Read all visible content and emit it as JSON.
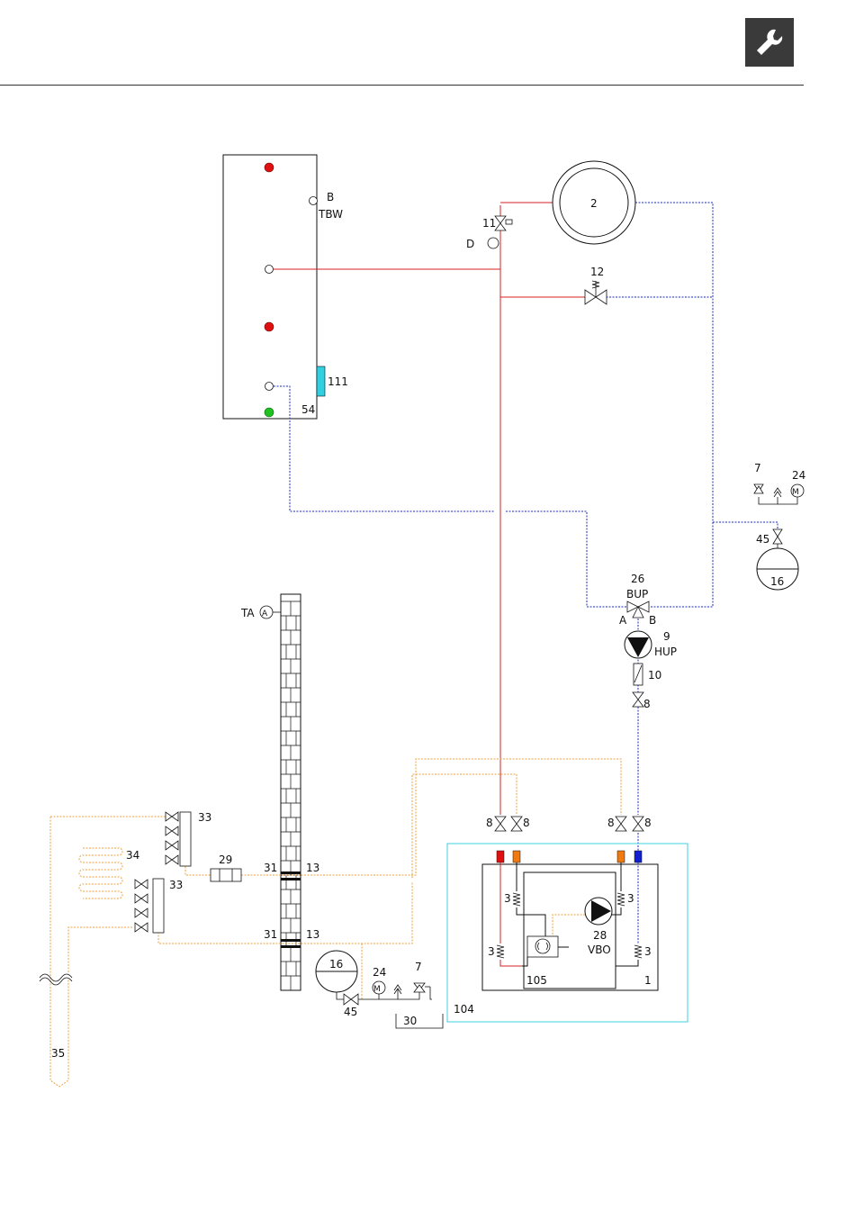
{
  "labels": {
    "l111": "111",
    "l54": "54",
    "lB": "B",
    "lTBW": "TBW",
    "l2": "2",
    "l11": "11",
    "lD": "D",
    "l12": "12",
    "l7a": "7",
    "l24a": "24",
    "l45a": "45",
    "l16a": "16",
    "l26": "26",
    "lBUP": "BUP",
    "lA": "A",
    "lBv": "B",
    "l9": "9",
    "lHUP": "HUP",
    "l10": "10",
    "l8a": "8",
    "lTA": "TA",
    "l8b": "8",
    "l8c": "8",
    "l8d": "8",
    "l8e": "8",
    "l3a": "3",
    "l3b": "3",
    "l3c": "3",
    "l3d": "3",
    "l28": "28",
    "lVBO": "VBO",
    "l105": "105",
    "l1": "1",
    "l104": "104",
    "l33a": "33",
    "l33b": "33",
    "l34": "34",
    "l29": "29",
    "l31a": "31",
    "l31b": "31",
    "l13a": "13",
    "l13b": "13",
    "l16b": "16",
    "l24b": "24",
    "l7b": "7",
    "l45b": "45",
    "l30": "30",
    "l35": "35"
  },
  "symbols": {
    "ta_sensor": "A",
    "manometer": "M"
  },
  "icons": {
    "header": "wrench-icon"
  },
  "colors": {
    "flow": "#d62020",
    "return": "#1b2bb8",
    "brine": "#f0a040",
    "boundary_104": "#40d0e0",
    "sensor_red": "#e01010",
    "sensor_green": "#20c020",
    "sensor_111": "#30d0e0",
    "badge": "#3a3a3a"
  }
}
